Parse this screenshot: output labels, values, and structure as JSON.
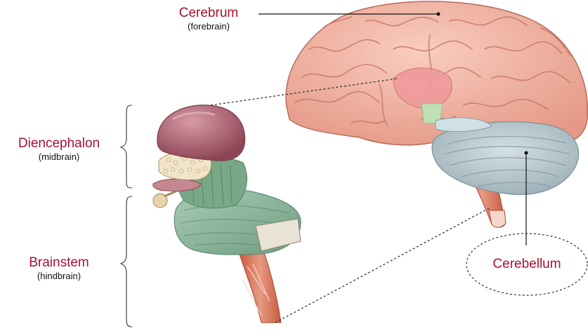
{
  "labels": {
    "cerebrum": {
      "name": "Cerebrum",
      "sub": "(forebrain)"
    },
    "diencephalon": {
      "name": "Diencephalon",
      "sub": "(midbrain)"
    },
    "brainstem": {
      "name": "Brainstem",
      "sub": "(hindbrain)"
    },
    "cerebellum": {
      "name": "Cerebellum"
    }
  },
  "colors": {
    "label_red": "#a8112f",
    "cerebrum_pink": "#f2b0a0",
    "cerebellum_grey": "#b9c9cf",
    "brainstem_green": "#8db79b",
    "diencephalon_mauve": "#b86a7a",
    "stem_orange": "#d9765a"
  }
}
